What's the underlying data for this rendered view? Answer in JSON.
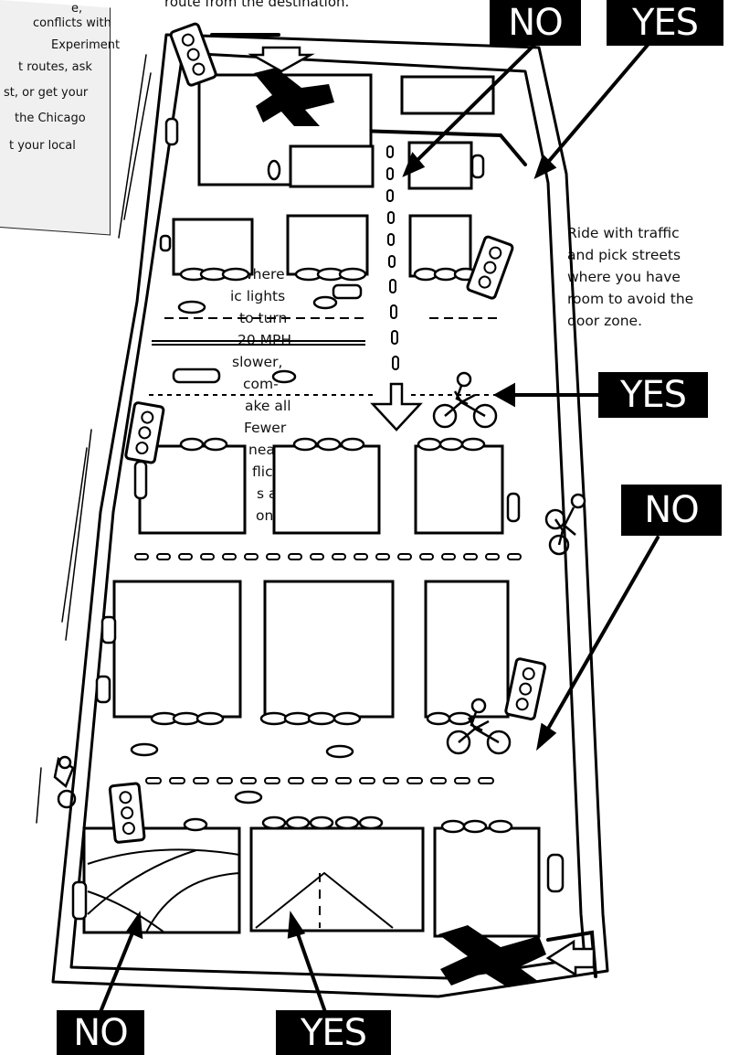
{
  "top_caption": "route from the destination.",
  "note_box": {
    "lines": [
      "e,",
      "conflicts with",
      "Experiment",
      "t routes, ask",
      "st, or get your",
      "the Chicago",
      "t your local"
    ]
  },
  "left_text": {
    "lines": [
      "s where",
      "ic lights",
      "to turn",
      "20 MPH",
      "slower,",
      "com-",
      "ake all",
      "Fewer",
      "neans",
      "flicts",
      "s at",
      "ons."
    ]
  },
  "right_text": {
    "lines": [
      "Ride with traffic",
      "and pick streets",
      "where you have",
      "room to avoid the",
      "door zone."
    ]
  },
  "labels": {
    "no_top": "NO",
    "yes_top": "YES",
    "yes_mid": "YES",
    "no_right": "NO",
    "no_bottom": "NO",
    "yes_bottom": "YES"
  },
  "icons": [
    "traffic-light-icon",
    "bicycle-icon",
    "car-icon",
    "x-mark-icon",
    "arrow-icon"
  ]
}
